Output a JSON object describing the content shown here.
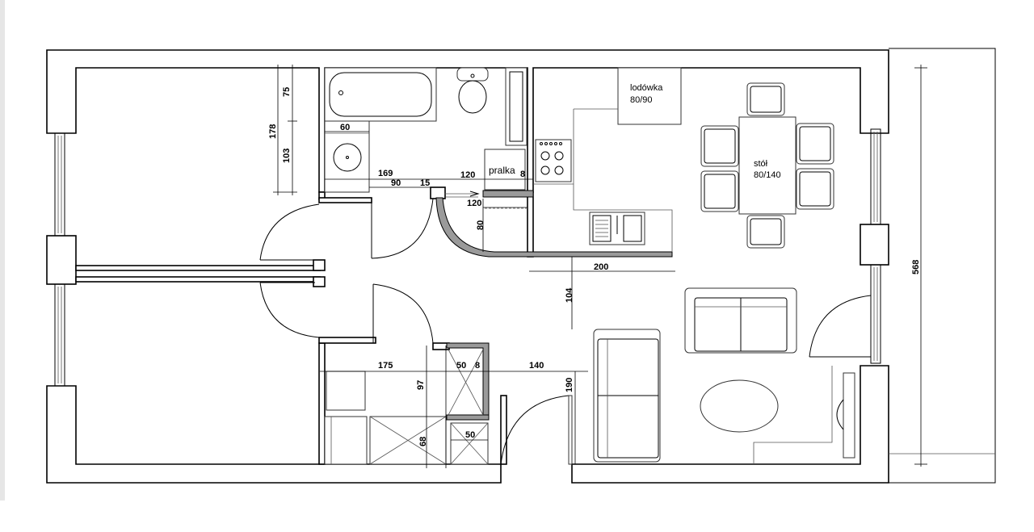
{
  "labels": {
    "fridge": "lodówka",
    "fridge_size": "80/90",
    "table": "stół",
    "table_size": "80/140",
    "washer": "pralka"
  },
  "dimensions": {
    "d75": "75",
    "d178": "178",
    "d103": "103",
    "d60": "60",
    "d169": "169",
    "d90": "90",
    "d15": "15",
    "d120a": "120",
    "d8a": "8",
    "d120b": "120",
    "d80": "80",
    "d200": "200",
    "d104": "104",
    "d568": "568",
    "d175": "175",
    "d50a": "50",
    "d8b": "8",
    "d140": "140",
    "d97": "97",
    "d190": "190",
    "d68": "68",
    "d50b": "50"
  }
}
